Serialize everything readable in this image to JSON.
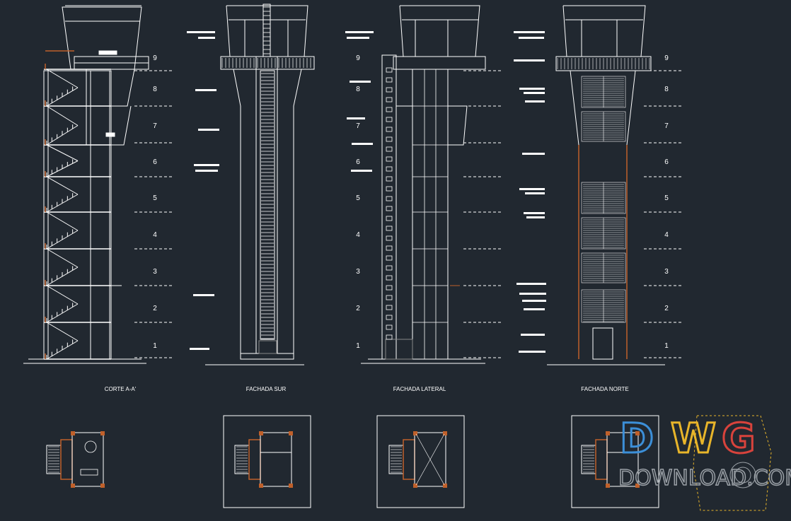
{
  "views": {
    "corte": "CORTE A-A'",
    "sur": "FACHADA SUR",
    "lateral": "FACHADA  LATERAL",
    "norte": "FACHADA NORTE"
  },
  "levels": [
    "1",
    "2",
    "3",
    "4",
    "5",
    "6",
    "7",
    "8",
    "9"
  ],
  "watermark": {
    "big": "DWG",
    "small": "DOWNLOAD.COM"
  },
  "colors": {
    "background": "#212830",
    "line": "#ffffff",
    "accent": "#c0602a",
    "watermark_blue": "#3c8fd8",
    "watermark_red": "#d8433c",
    "watermark_yellow": "#e8b52a",
    "watermark_green": "#5ab04a"
  }
}
